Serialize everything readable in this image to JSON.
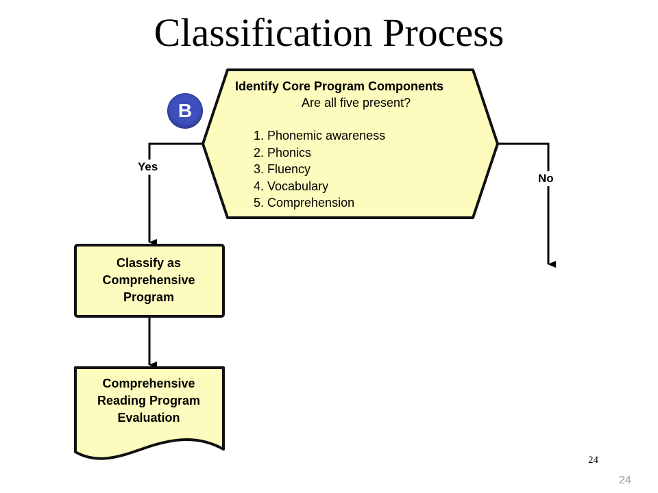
{
  "slide": {
    "title": "Classification Process",
    "page_number": "24",
    "page_number_footer": "24"
  },
  "badge": {
    "label": "B",
    "color": "#3f4fbd"
  },
  "decision": {
    "title": "Identify Core Program Components",
    "question": "Are all five present?",
    "items": [
      "1. Phonemic awareness",
      "2. Phonics",
      "3. Fluency",
      "4. Vocabulary",
      "5. Comprehension"
    ]
  },
  "branches": {
    "yes": "Yes",
    "no": "No"
  },
  "process": {
    "lines": [
      "Classify as",
      "Comprehensive",
      "Program"
    ]
  },
  "document": {
    "lines": [
      "Comprehensive",
      "Reading Program",
      "Evaluation"
    ]
  },
  "colors": {
    "shape_fill": "#fdfbbd",
    "shape_stroke": "#111111"
  }
}
